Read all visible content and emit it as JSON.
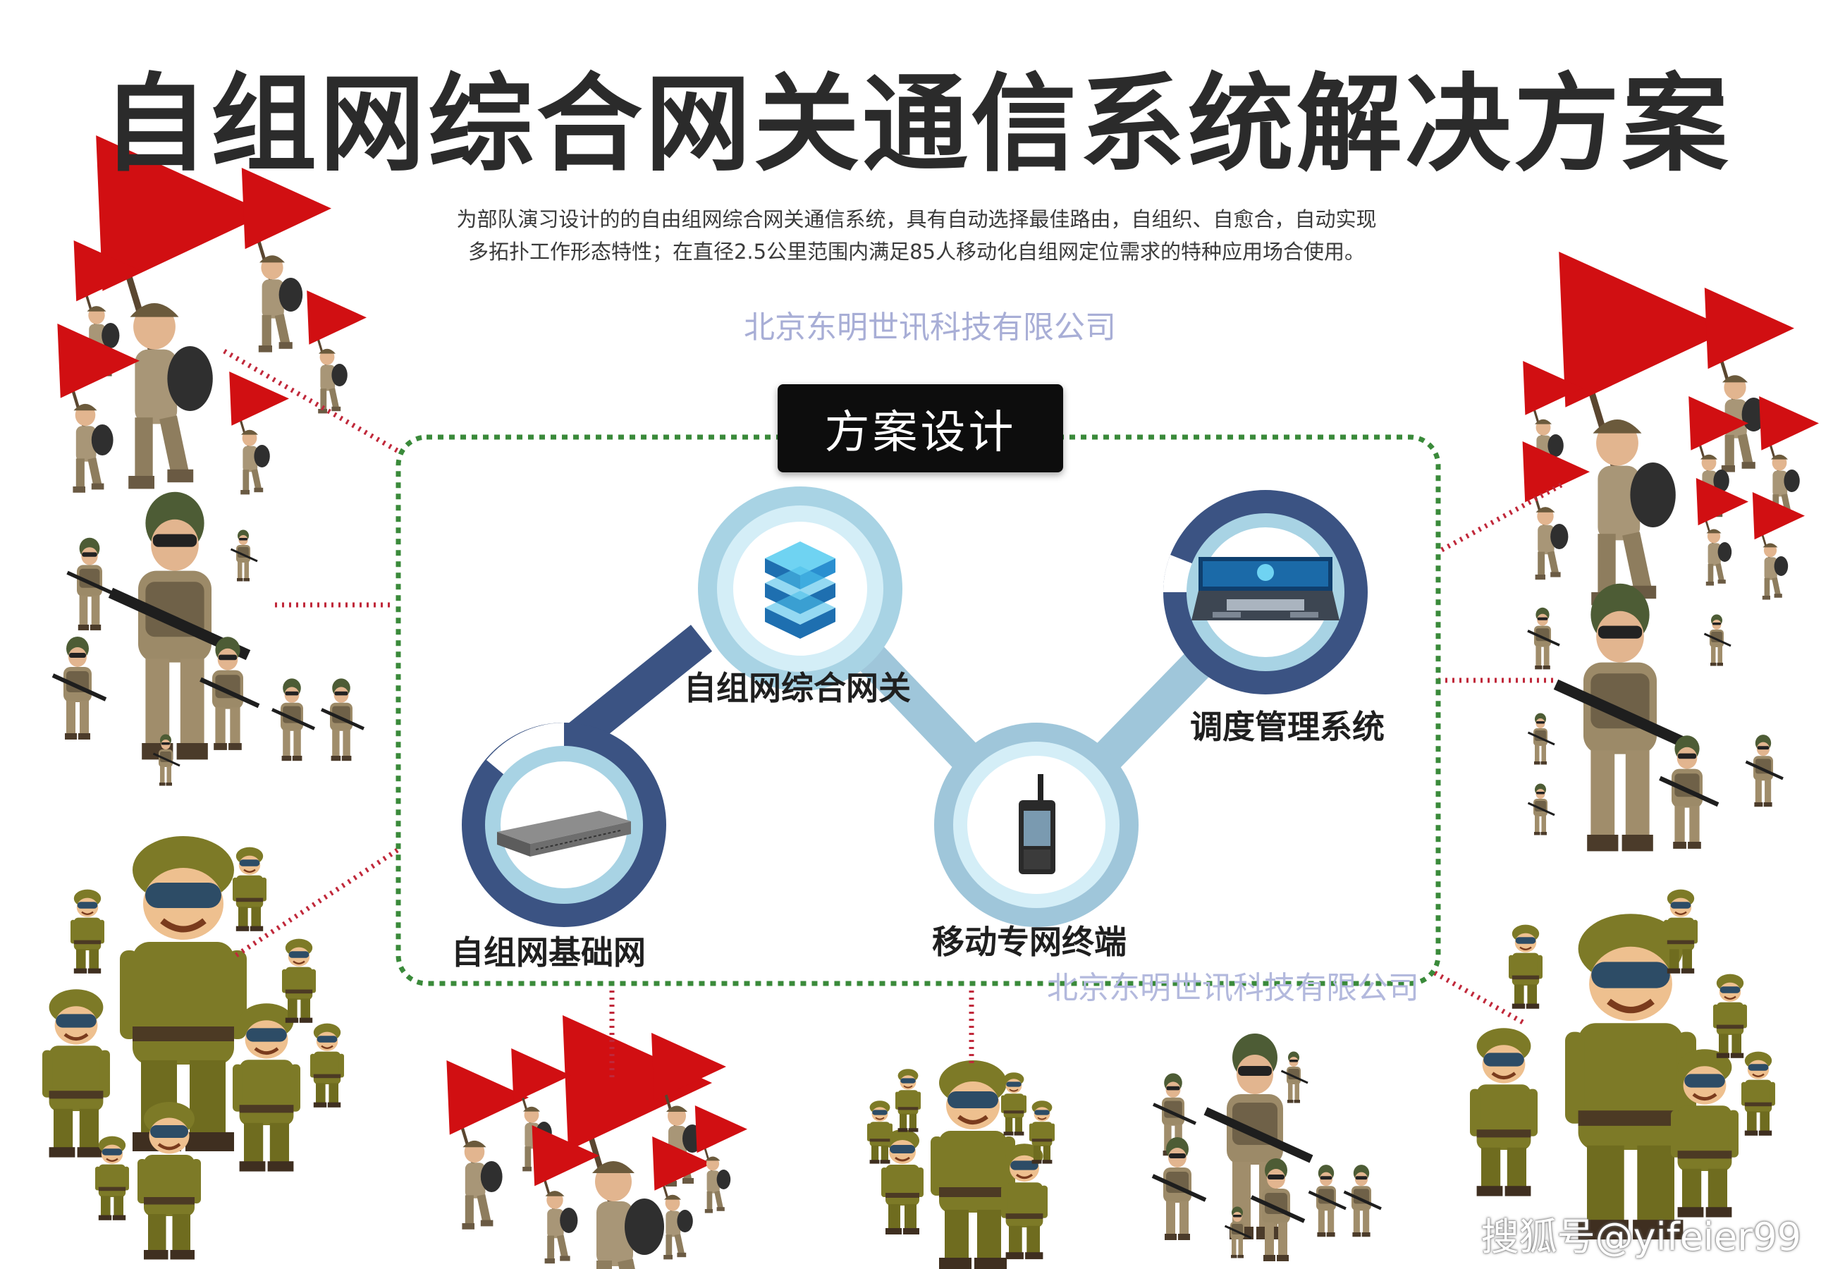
{
  "title": "自组网综合网关通信系统解决方案",
  "description": {
    "line1": "为部队演习设计的的自由组网综合网关通信系统，具有自动选择最佳路由，自组织、自愈合，自动实现",
    "line2": "多拓扑工作形态特性；在直径2.5公里范围内满足85人移动化自组网定位需求的特种应用场合使用。"
  },
  "watermark": "北京东明世讯科技有限公司",
  "plan_label": "方案设计",
  "nodes": {
    "gateway": "自组网综合网关",
    "base_network": "自组网基础网",
    "mobile_terminal": "移动专网终端",
    "dispatch_system": "调度管理系统"
  },
  "footer_credit": "搜狐号@yifeier99",
  "colors": {
    "title": "#2b2b2b",
    "frame_dash": "#3a8a3a",
    "connector_dots": "#c0283a",
    "ring_dark": "#3b5383",
    "ring_light": "#a8d3e4",
    "ring_pale": "#d4eef7",
    "flag": "#d10f12"
  },
  "icons": {
    "gateway": "server-stack-icon",
    "base_network": "rack-device-icon",
    "mobile_terminal": "handheld-radio-icon",
    "dispatch_system": "control-room-icon",
    "figures": "soldier-figure-icon"
  }
}
